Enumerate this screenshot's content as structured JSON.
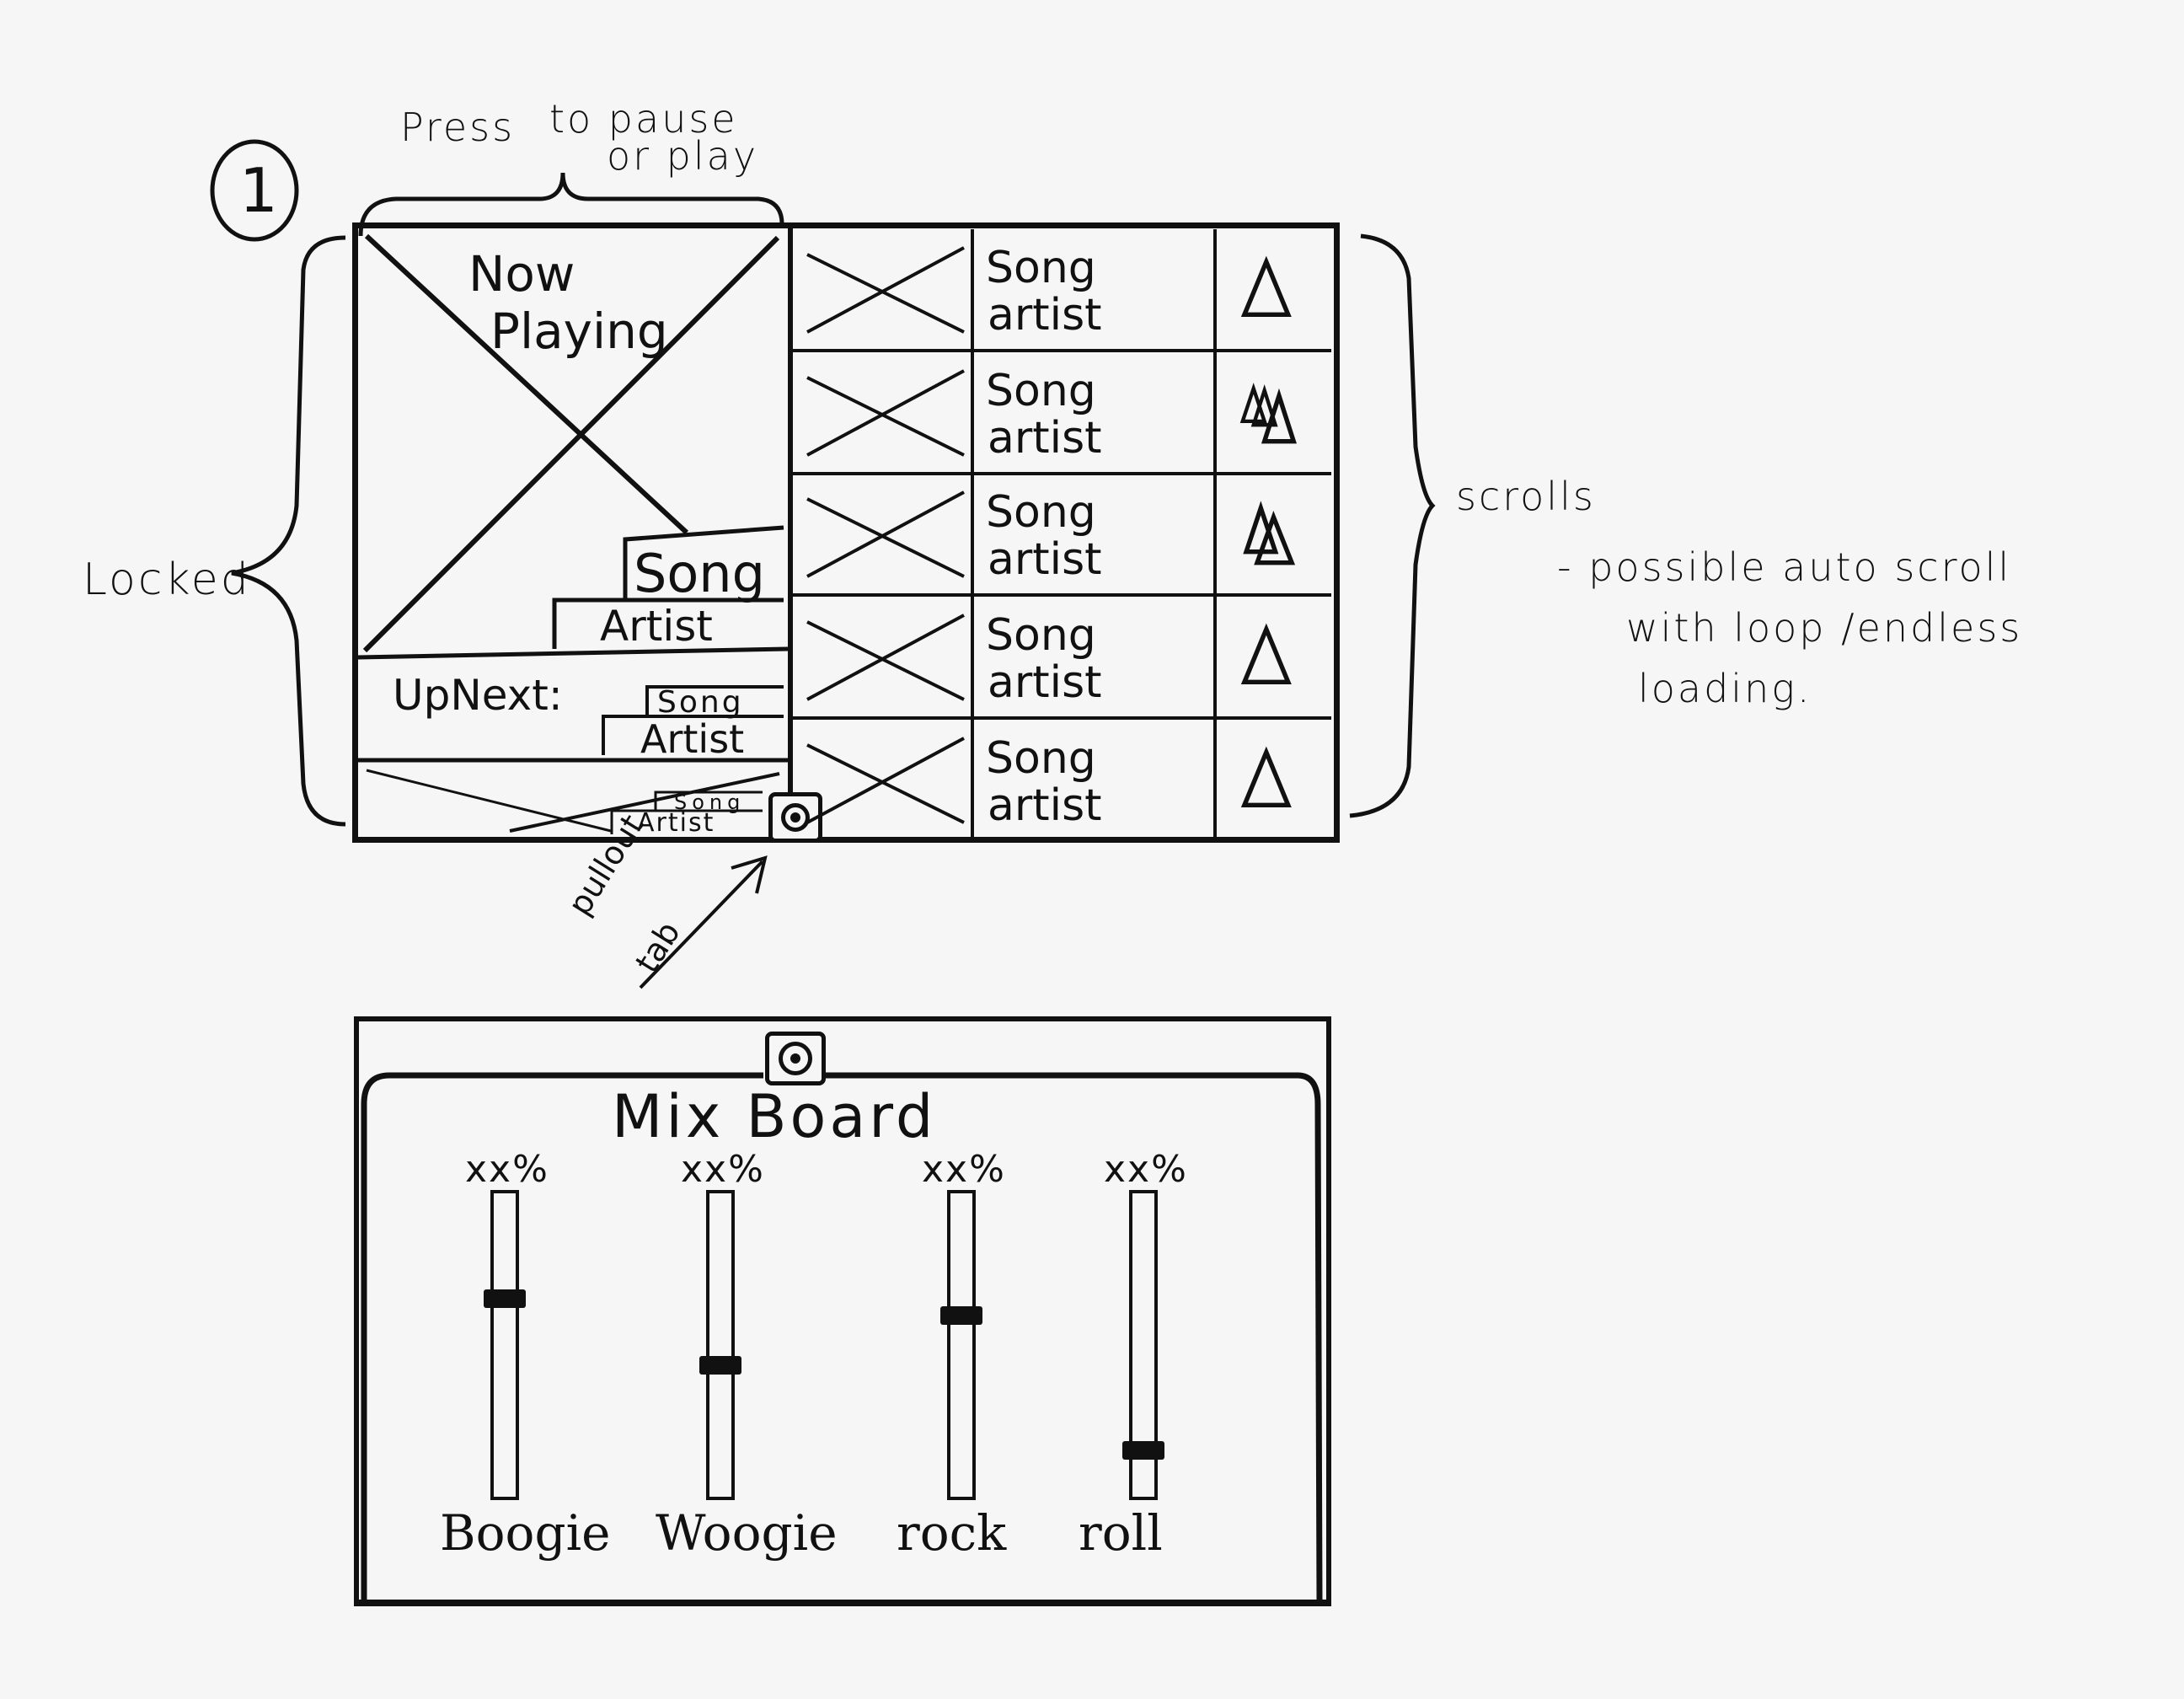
{
  "sketch_number": "1",
  "annotations": {
    "press": "Press",
    "to_pause": "to pause",
    "or_play": "or play",
    "locked": "Locked",
    "scrolls": "scrolls",
    "scroll_note_1": "- possible auto scroll",
    "scroll_note_2": "with loop /endless",
    "scroll_note_3": "loading.",
    "pullout_1": "pullout",
    "pullout_2": "tab"
  },
  "player": {
    "now_playing_1": "Now",
    "now_playing_2": "Playing",
    "current_song": "Song",
    "current_artist": "Artist",
    "up_next_label": "UpNext:",
    "next_song": "Song",
    "next_artist": "Artist",
    "after_song": "Song",
    "after_artist": "Artist"
  },
  "playlist": {
    "rows": [
      {
        "song": "Song",
        "artist": "artist",
        "icon": "single-triangle-icon"
      },
      {
        "song": "Song",
        "artist": "artist",
        "icon": "triple-triangle-icon"
      },
      {
        "song": "Song",
        "artist": "artist",
        "icon": "double-triangle-icon"
      },
      {
        "song": "Song",
        "artist": "artist",
        "icon": "single-triangle-icon"
      },
      {
        "song": "Song",
        "artist": "artist",
        "icon": "single-triangle-icon"
      }
    ]
  },
  "mixboard": {
    "title": "Mix Board",
    "channels": [
      {
        "label": "Boogie",
        "percent": "xx%",
        "level": 0.66
      },
      {
        "label": "Woogie",
        "percent": "xx%",
        "level": 0.43
      },
      {
        "label": "rock",
        "percent": "xx%",
        "level": 0.6
      },
      {
        "label": "roll",
        "percent": "xx%",
        "level": 0.14
      }
    ]
  }
}
